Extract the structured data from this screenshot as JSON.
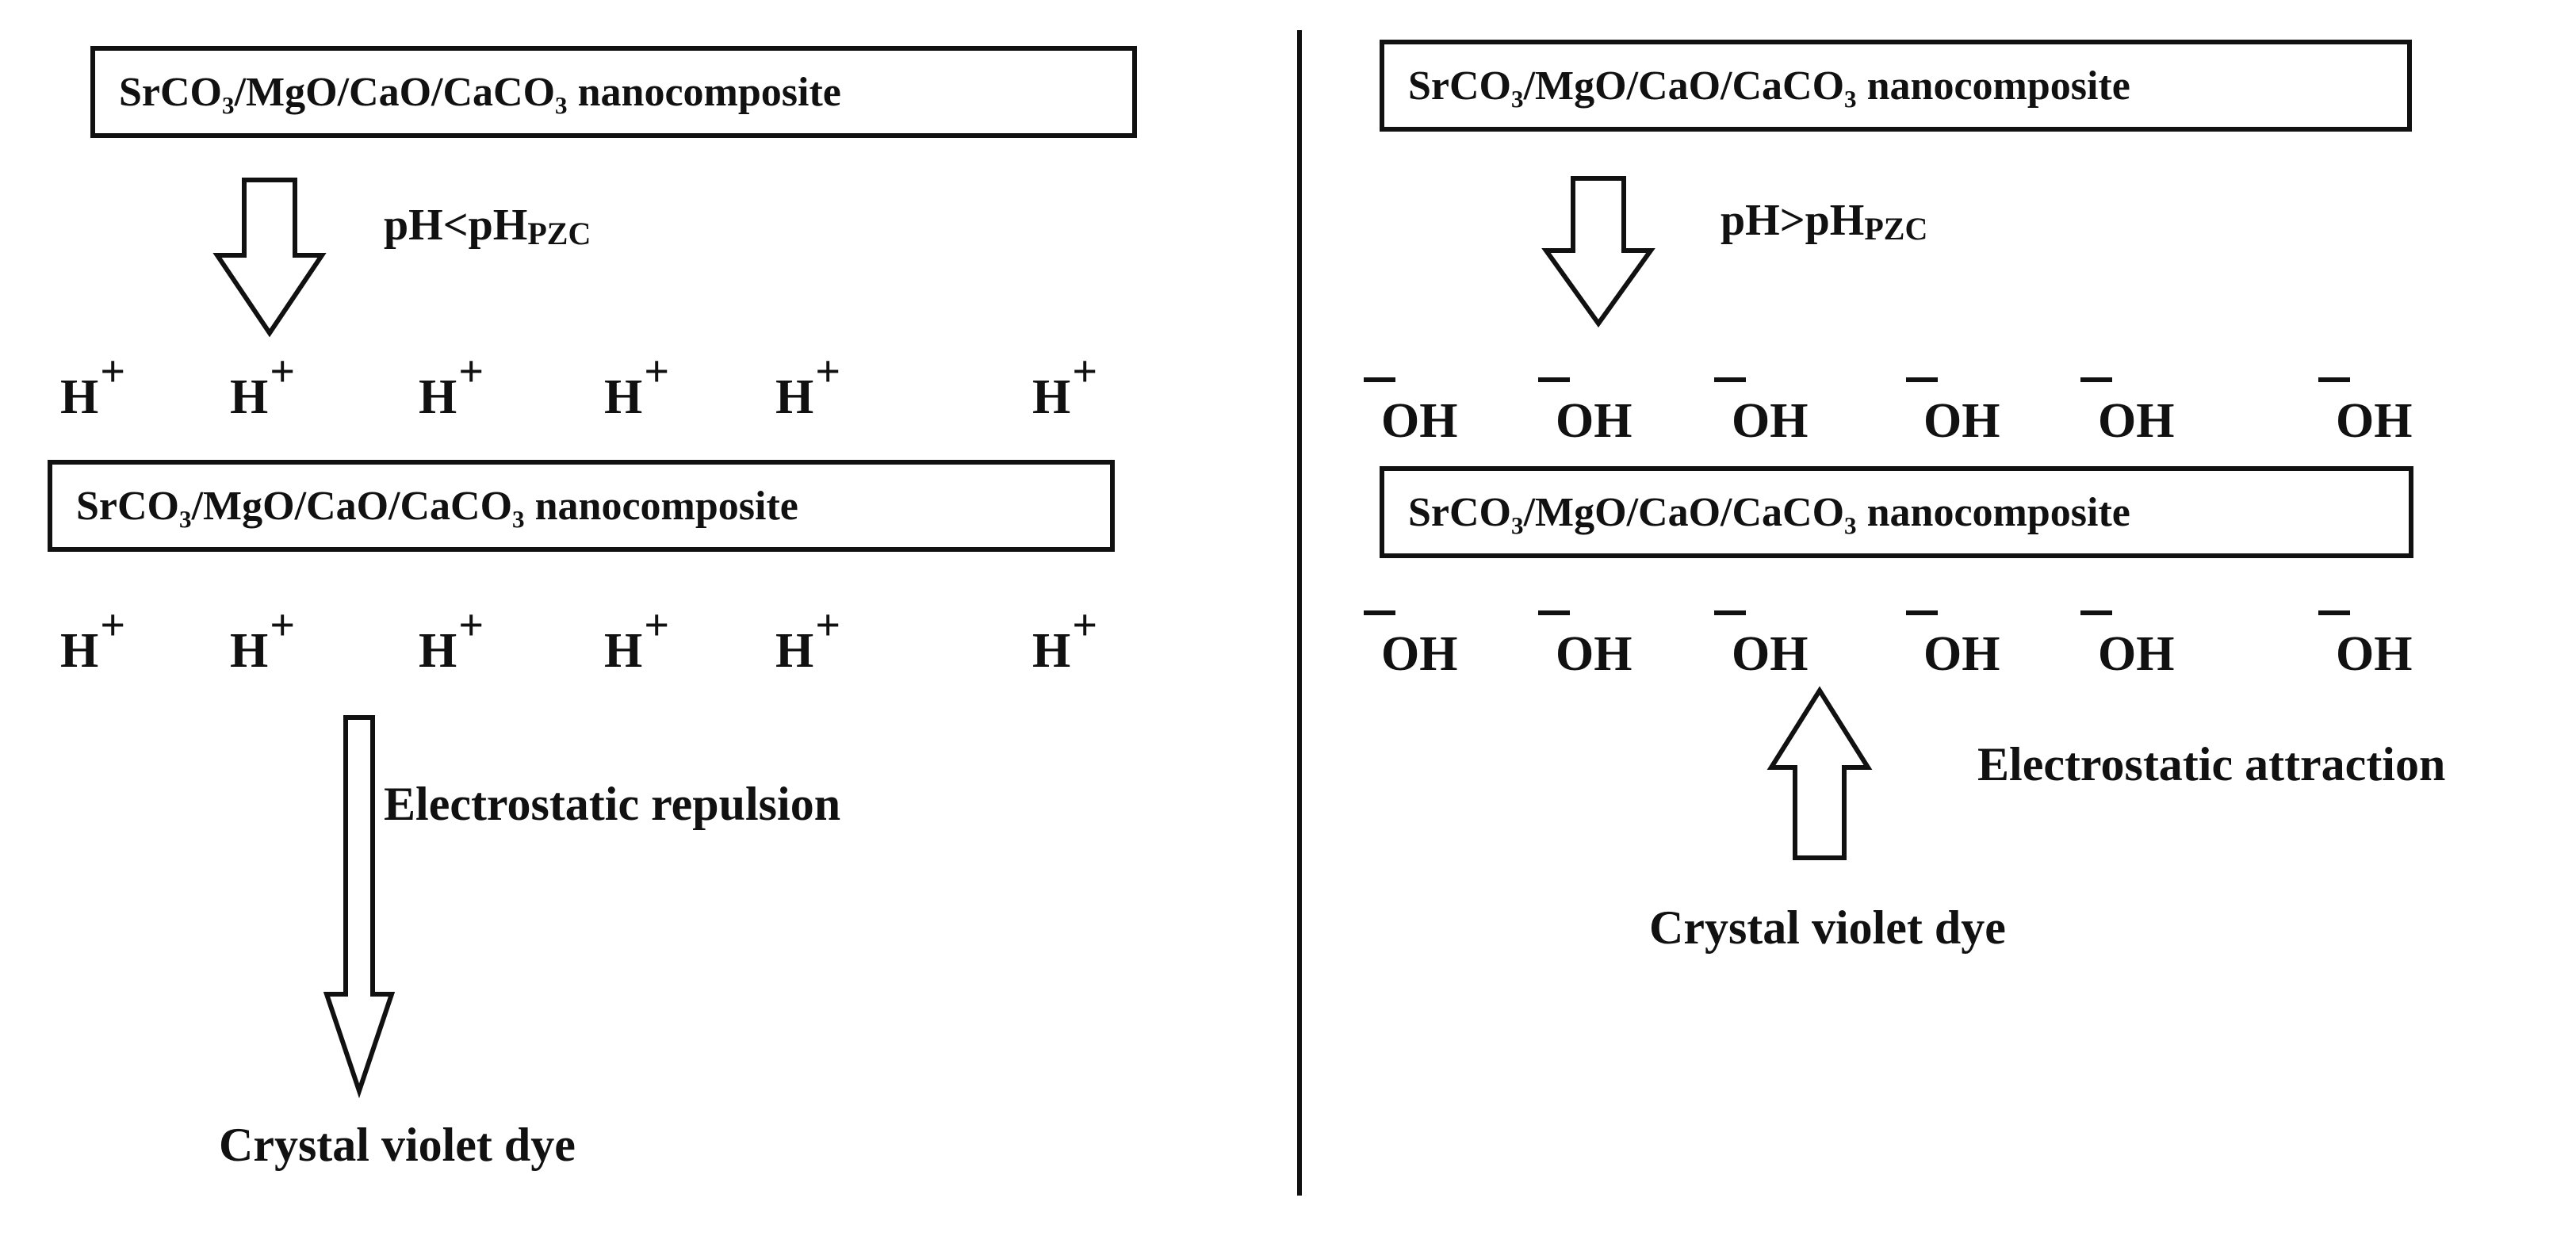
{
  "left": {
    "top_box": "SrCO₃/MgO/CaO/CaCO₃ nanocomposite",
    "condition": {
      "base": "pH<pH",
      "sub": "PZC"
    },
    "upper_ions": [
      "H",
      "H",
      "H",
      "H",
      "H",
      "H"
    ],
    "middle_box": "SrCO₃/MgO/CaO/CaCO₃ nanocomposite",
    "lower_ions": [
      "H",
      "H",
      "H",
      "H",
      "H",
      "H"
    ],
    "ion_charge": "+",
    "interaction": "Electrostatic repulsion",
    "dye": "Crystal violet dye"
  },
  "right": {
    "top_box": "SrCO₃/MgO/CaO/CaCO₃ nanocomposite",
    "condition": {
      "base": "pH>pH",
      "sub": "PZC"
    },
    "upper_ions": [
      "OH",
      "OH",
      "OH",
      "OH",
      "OH",
      "OH"
    ],
    "middle_box": "SrCO₃/MgO/CaO/CaCO₃ nanocomposite",
    "lower_ions": [
      "OH",
      "OH",
      "OH",
      "OH",
      "OH",
      "OH"
    ],
    "interaction": "Electrostatic attraction",
    "dye": "Crystal violet dye"
  }
}
